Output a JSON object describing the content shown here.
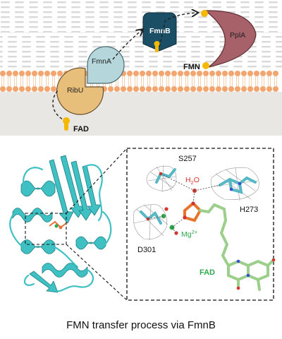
{
  "top_panel": {
    "proteins": {
      "ribu": "RibU",
      "fmna": "FmnA",
      "fmnb": "FmnB",
      "ppla": "PplA"
    },
    "molecules": {
      "fad": "FAD",
      "fmn": "FMN"
    }
  },
  "zoom_panel": {
    "residues": {
      "s257": "S257",
      "h273": "H273",
      "d301": "D301"
    },
    "ligands": {
      "h2o_base": "H",
      "h2o_sub": "2",
      "h2o_end": "O",
      "mg_base": "Mg",
      "mg_sup": "2+",
      "fad": "FAD"
    }
  },
  "caption": "FMN transfer process via FmnB",
  "colors": {
    "ribu": "#e8bf7a",
    "fmna": "#b5d7dc",
    "fmnb": "#1b4f66",
    "ppla": "#a66169",
    "ligand_yellow": "#f5b800",
    "membrane_head": "#f2a56f",
    "protein_cartoon": "#3fc1c4",
    "fad_stick": "#9ccf8c",
    "water_red": "#d9342b",
    "mg_green": "#2fa84f"
  }
}
